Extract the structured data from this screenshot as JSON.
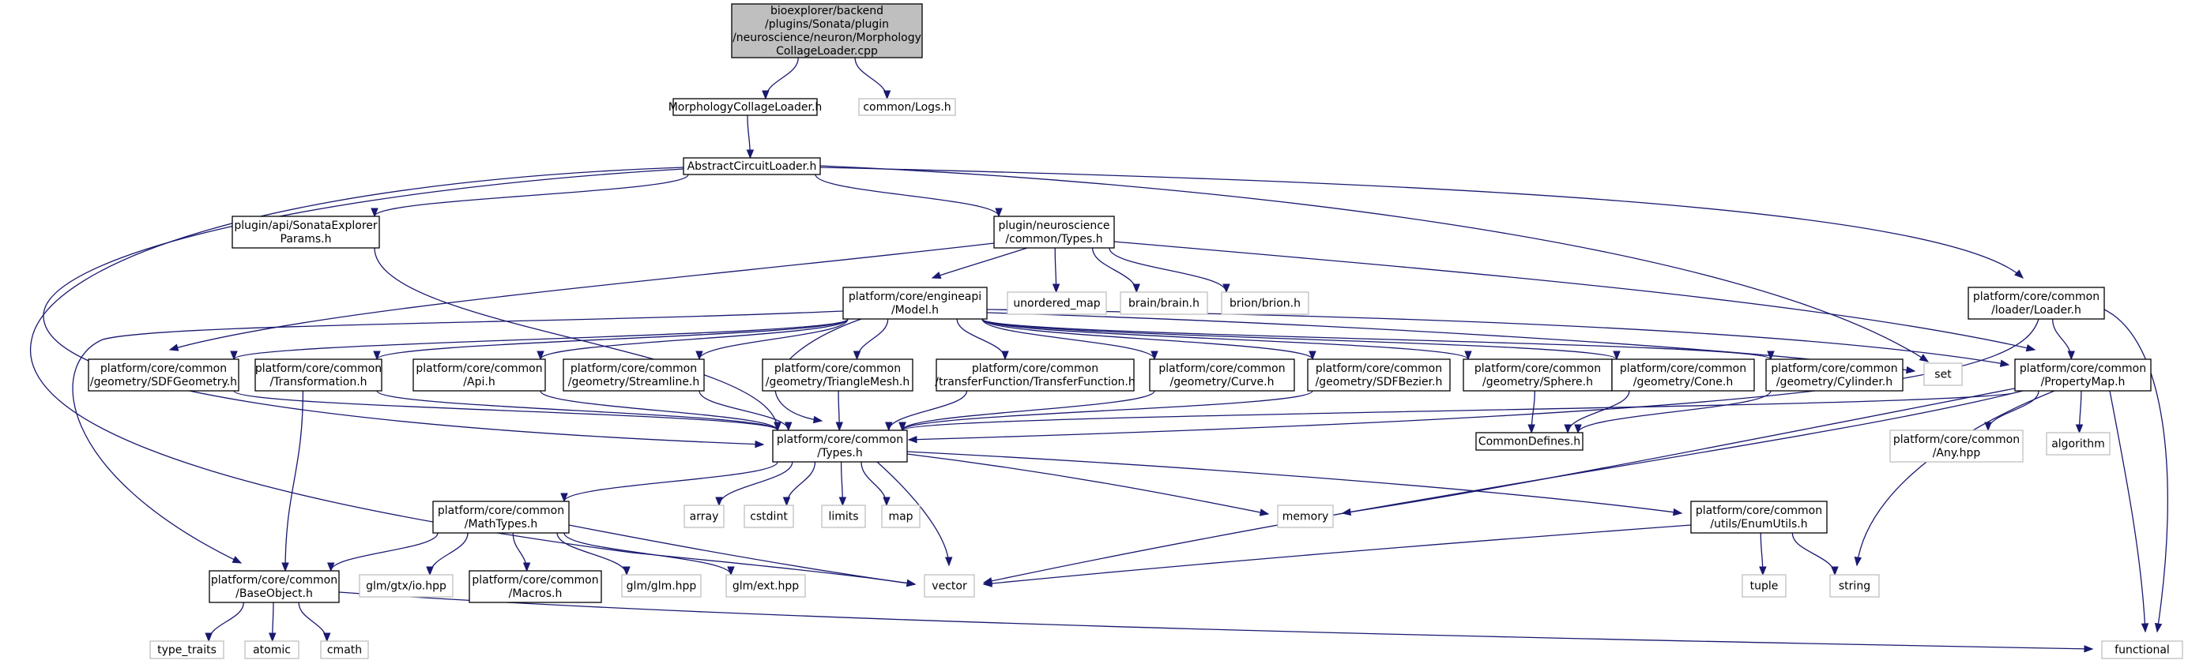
{
  "nodes": [
    {
      "id": "root",
      "lines": [
        "bioexplorer/backend",
        "/plugins/Sonata/plugin",
        "/neuroscience/neuron/Morphology",
        "CollageLoader.cpp"
      ],
      "kind": "root"
    },
    {
      "id": "mcl",
      "lines": [
        "MorphologyCollageLoader.h"
      ],
      "kind": "documented"
    },
    {
      "id": "logs",
      "lines": [
        "common/Logs.h"
      ],
      "kind": "external"
    },
    {
      "id": "acl",
      "lines": [
        "AbstractCircuitLoader.h"
      ],
      "kind": "documented"
    },
    {
      "id": "params",
      "lines": [
        "plugin/api/SonataExplorer",
        "Params.h"
      ],
      "kind": "documented"
    },
    {
      "id": "ntypes",
      "lines": [
        "plugin/neuroscience",
        "/common/Types.h"
      ],
      "kind": "documented"
    },
    {
      "id": "loader",
      "lines": [
        "platform/core/common",
        "/loader/Loader.h"
      ],
      "kind": "documented"
    },
    {
      "id": "model",
      "lines": [
        "platform/core/engineapi",
        "/Model.h"
      ],
      "kind": "documented"
    },
    {
      "id": "umap",
      "lines": [
        "unordered_map"
      ],
      "kind": "external"
    },
    {
      "id": "brain",
      "lines": [
        "brain/brain.h"
      ],
      "kind": "external"
    },
    {
      "id": "brion",
      "lines": [
        "brion/brion.h"
      ],
      "kind": "external"
    },
    {
      "id": "sdfgeom",
      "lines": [
        "platform/core/common",
        "/geometry/SDFGeometry.h"
      ],
      "kind": "documented"
    },
    {
      "id": "transf",
      "lines": [
        "platform/core/common",
        "/Transformation.h"
      ],
      "kind": "documented"
    },
    {
      "id": "api",
      "lines": [
        "platform/core/common",
        "/Api.h"
      ],
      "kind": "documented"
    },
    {
      "id": "stream",
      "lines": [
        "platform/core/common",
        "/geometry/Streamline.h"
      ],
      "kind": "documented"
    },
    {
      "id": "tri",
      "lines": [
        "platform/core/common",
        "/geometry/TriangleMesh.h"
      ],
      "kind": "documented"
    },
    {
      "id": "tf",
      "lines": [
        "platform/core/common",
        "/transferFunction/TransferFunction.h"
      ],
      "kind": "documented"
    },
    {
      "id": "curve",
      "lines": [
        "platform/core/common",
        "/geometry/Curve.h"
      ],
      "kind": "documented"
    },
    {
      "id": "sdfbez",
      "lines": [
        "platform/core/common",
        "/geometry/SDFBezier.h"
      ],
      "kind": "documented"
    },
    {
      "id": "sphere",
      "lines": [
        "platform/core/common",
        "/geometry/Sphere.h"
      ],
      "kind": "documented"
    },
    {
      "id": "cone",
      "lines": [
        "platform/core/common",
        "/geometry/Cone.h"
      ],
      "kind": "documented"
    },
    {
      "id": "cyl",
      "lines": [
        "platform/core/common",
        "/geometry/Cylinder.h"
      ],
      "kind": "documented"
    },
    {
      "id": "set",
      "lines": [
        "set"
      ],
      "kind": "external"
    },
    {
      "id": "pmap",
      "lines": [
        "platform/core/common",
        "/PropertyMap.h"
      ],
      "kind": "documented"
    },
    {
      "id": "ctypes",
      "lines": [
        "platform/core/common",
        "/Types.h"
      ],
      "kind": "documented"
    },
    {
      "id": "cdef",
      "lines": [
        "CommonDefines.h"
      ],
      "kind": "documented"
    },
    {
      "id": "any",
      "lines": [
        "platform/core/common",
        "/Any.hpp"
      ],
      "kind": "external"
    },
    {
      "id": "algo",
      "lines": [
        "algorithm"
      ],
      "kind": "external"
    },
    {
      "id": "mtypes",
      "lines": [
        "platform/core/common",
        "/MathTypes.h"
      ],
      "kind": "documented"
    },
    {
      "id": "array",
      "lines": [
        "array"
      ],
      "kind": "external"
    },
    {
      "id": "cstdint",
      "lines": [
        "cstdint"
      ],
      "kind": "external"
    },
    {
      "id": "limits",
      "lines": [
        "limits"
      ],
      "kind": "external"
    },
    {
      "id": "map",
      "lines": [
        "map"
      ],
      "kind": "external"
    },
    {
      "id": "memory",
      "lines": [
        "memory"
      ],
      "kind": "external"
    },
    {
      "id": "enum",
      "lines": [
        "platform/core/common",
        "/utils/EnumUtils.h"
      ],
      "kind": "documented"
    },
    {
      "id": "bobj",
      "lines": [
        "platform/core/common",
        "/BaseObject.h"
      ],
      "kind": "documented"
    },
    {
      "id": "glmio",
      "lines": [
        "glm/gtx/io.hpp"
      ],
      "kind": "external"
    },
    {
      "id": "macros",
      "lines": [
        "platform/core/common",
        "/Macros.h"
      ],
      "kind": "documented"
    },
    {
      "id": "glm",
      "lines": [
        "glm/glm.hpp"
      ],
      "kind": "external"
    },
    {
      "id": "glmext",
      "lines": [
        "glm/ext.hpp"
      ],
      "kind": "external"
    },
    {
      "id": "vector",
      "lines": [
        "vector"
      ],
      "kind": "external"
    },
    {
      "id": "tuple",
      "lines": [
        "tuple"
      ],
      "kind": "external"
    },
    {
      "id": "string",
      "lines": [
        "string"
      ],
      "kind": "external"
    },
    {
      "id": "ttraits",
      "lines": [
        "type_traits"
      ],
      "kind": "external"
    },
    {
      "id": "atomic",
      "lines": [
        "atomic"
      ],
      "kind": "external"
    },
    {
      "id": "cmath",
      "lines": [
        "cmath"
      ],
      "kind": "external"
    },
    {
      "id": "func",
      "lines": [
        "functional"
      ],
      "kind": "external"
    }
  ],
  "edges": [
    [
      "root",
      "mcl"
    ],
    [
      "root",
      "logs"
    ],
    [
      "mcl",
      "acl"
    ],
    [
      "acl",
      "params"
    ],
    [
      "acl",
      "ntypes"
    ],
    [
      "acl",
      "loader"
    ],
    [
      "acl",
      "set"
    ],
    [
      "acl",
      "ctypes"
    ],
    [
      "acl",
      "vector"
    ],
    [
      "params",
      "ctypes"
    ],
    [
      "ntypes",
      "model"
    ],
    [
      "ntypes",
      "umap"
    ],
    [
      "ntypes",
      "brain"
    ],
    [
      "ntypes",
      "brion"
    ],
    [
      "ntypes",
      "sdfgeom"
    ],
    [
      "ntypes",
      "pmap"
    ],
    [
      "loader",
      "pmap"
    ],
    [
      "loader",
      "ctypes"
    ],
    [
      "loader",
      "func"
    ],
    [
      "model",
      "sdfgeom"
    ],
    [
      "model",
      "transf"
    ],
    [
      "model",
      "api"
    ],
    [
      "model",
      "stream"
    ],
    [
      "model",
      "tri"
    ],
    [
      "model",
      "tf"
    ],
    [
      "model",
      "curve"
    ],
    [
      "model",
      "sdfbez"
    ],
    [
      "model",
      "sphere"
    ],
    [
      "model",
      "cone"
    ],
    [
      "model",
      "cyl"
    ],
    [
      "model",
      "set"
    ],
    [
      "model",
      "pmap"
    ],
    [
      "model",
      "ctypes"
    ],
    [
      "model",
      "bobj"
    ],
    [
      "sdfgeom",
      "ctypes"
    ],
    [
      "transf",
      "ctypes"
    ],
    [
      "transf",
      "bobj"
    ],
    [
      "api",
      "ctypes"
    ],
    [
      "stream",
      "ctypes"
    ],
    [
      "tri",
      "ctypes"
    ],
    [
      "tf",
      "ctypes"
    ],
    [
      "curve",
      "ctypes"
    ],
    [
      "sdfbez",
      "ctypes"
    ],
    [
      "sphere",
      "cdef"
    ],
    [
      "cone",
      "cdef"
    ],
    [
      "cyl",
      "cdef"
    ],
    [
      "pmap",
      "ctypes"
    ],
    [
      "pmap",
      "any"
    ],
    [
      "pmap",
      "algo"
    ],
    [
      "pmap",
      "func"
    ],
    [
      "pmap",
      "string"
    ],
    [
      "pmap",
      "vector"
    ],
    [
      "pmap",
      "memory"
    ],
    [
      "ctypes",
      "mtypes"
    ],
    [
      "ctypes",
      "array"
    ],
    [
      "ctypes",
      "cstdint"
    ],
    [
      "ctypes",
      "limits"
    ],
    [
      "ctypes",
      "map"
    ],
    [
      "ctypes",
      "memory"
    ],
    [
      "ctypes",
      "vector"
    ],
    [
      "ctypes",
      "enum"
    ],
    [
      "mtypes",
      "bobj"
    ],
    [
      "mtypes",
      "glmio"
    ],
    [
      "mtypes",
      "macros"
    ],
    [
      "mtypes",
      "glm"
    ],
    [
      "mtypes",
      "glmext"
    ],
    [
      "mtypes",
      "vector"
    ],
    [
      "enum",
      "tuple"
    ],
    [
      "enum",
      "string"
    ],
    [
      "enum",
      "vector"
    ],
    [
      "bobj",
      "ttraits"
    ],
    [
      "bobj",
      "atomic"
    ],
    [
      "bobj",
      "cmath"
    ],
    [
      "bobj",
      "func"
    ]
  ]
}
